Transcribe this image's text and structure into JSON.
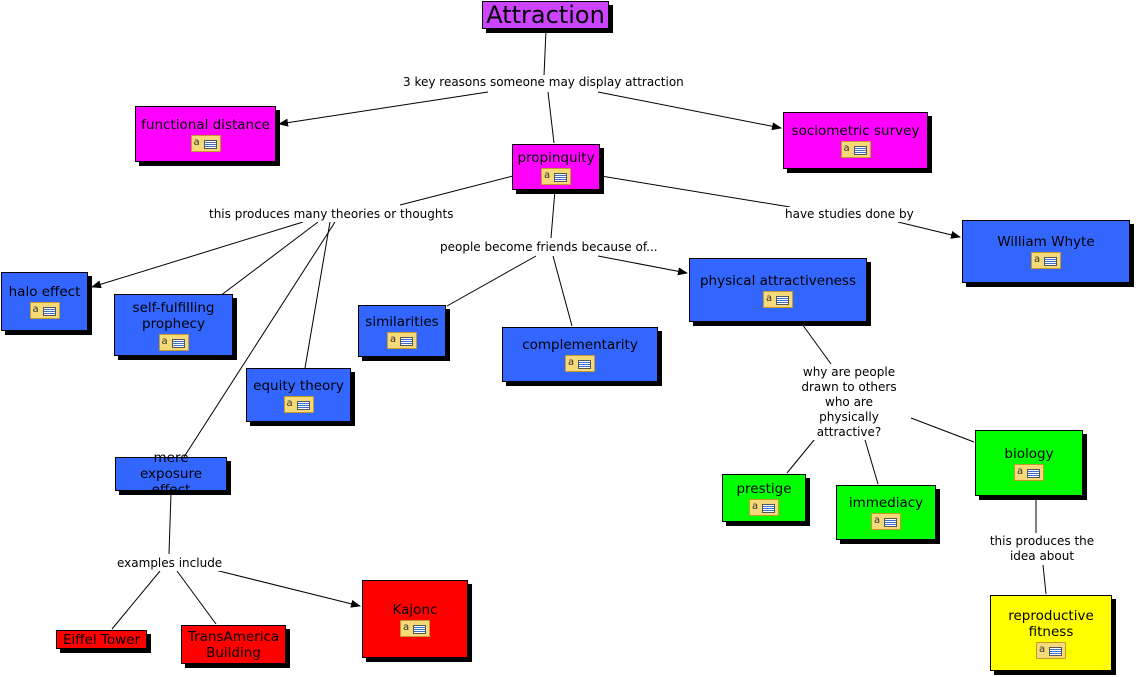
{
  "colors": {
    "title": "#cc44ff",
    "pink": "#ff00ff",
    "blue": "#3366ff",
    "green": "#00ff00",
    "red": "#ff0000",
    "yellow": "#ffff00"
  },
  "note_icon_name": "note-annotation-icon",
  "note_icon_glyph": "a",
  "nodes": {
    "attraction": "Attraction",
    "functional_distance": "functional distance",
    "propinquity": "propinquity",
    "sociometric_survey": "sociometric survey",
    "halo_effect": "halo effect",
    "self_fulfilling_prophecy": "self-fulfilling prophecy",
    "equity_theory": "equity theory",
    "mere_exposure_effect": "mere exposure effect",
    "similarities": "similarities",
    "complementarity": "complementarity",
    "physical_attractiveness": "physical attractiveness",
    "william_whyte": "William Whyte",
    "prestige": "prestige",
    "immediacy": "immediacy",
    "biology": "biology",
    "reproductive_fitness": "reproductive fitness",
    "eiffel_tower": "Eiffel Tower",
    "transamerica_building": "TransAmerica Building",
    "kajonc": "Kajonc"
  },
  "links": {
    "key_reasons": "3 key reasons someone may display attraction",
    "theories": "this produces many theories or thoughts",
    "friends_because": "people become friends because of...",
    "studies_done_by": "have studies done by",
    "why_drawn": "why are people drawn to others who are physically attractive?",
    "examples_include": "examples include",
    "produces_idea": "this produces the idea about"
  }
}
